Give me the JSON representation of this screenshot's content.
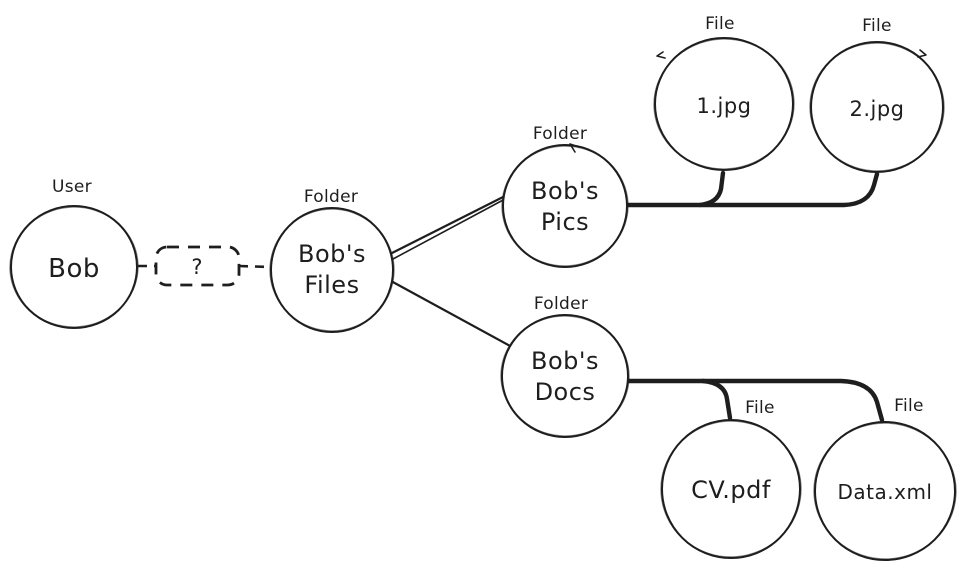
{
  "diagram": {
    "background_color": "#ffffff",
    "stroke_color": "#1e1e1e",
    "unknown_relation": {
      "label": "?"
    },
    "nodes": {
      "bob": {
        "type_label": "User",
        "line1": "Bob"
      },
      "bobs_files": {
        "type_label": "Folder",
        "line1": "Bob's",
        "line2": "Files"
      },
      "bobs_pics": {
        "type_label": "Folder",
        "line1": "Bob's",
        "line2": "Pics"
      },
      "bobs_docs": {
        "type_label": "Folder",
        "line1": "Bob's",
        "line2": "Docs"
      },
      "file_1jpg": {
        "type_label": "File",
        "line1": "1.jpg"
      },
      "file_2jpg": {
        "type_label": "File",
        "line1": "2.jpg"
      },
      "file_cvpdf": {
        "type_label": "File",
        "line1": "CV.pdf"
      },
      "file_dataxml": {
        "type_label": "File",
        "line1": "Data.xml"
      }
    }
  }
}
